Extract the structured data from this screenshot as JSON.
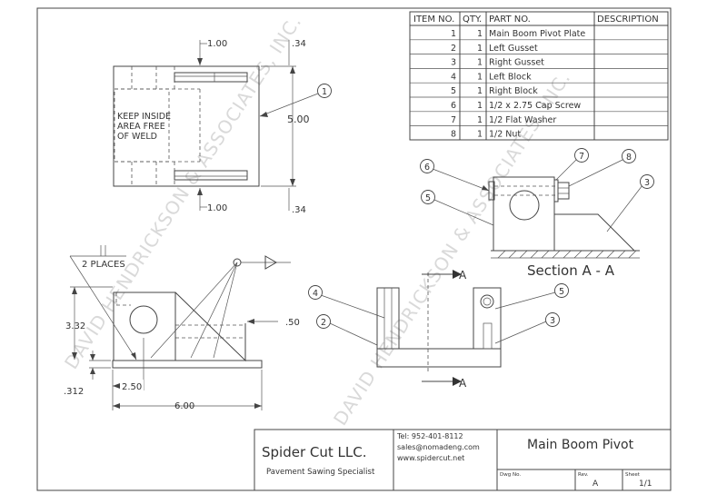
{
  "bom": {
    "headers": [
      "ITEM NO.",
      "QTY.",
      "PART NO.",
      "DESCRIPTION"
    ],
    "rows": [
      [
        "1",
        "1",
        "Main Boom  Pivot Plate",
        ""
      ],
      [
        "2",
        "1",
        "Left Gusset",
        ""
      ],
      [
        "3",
        "1",
        "Right Gusset",
        ""
      ],
      [
        "4",
        "1",
        "Left Block",
        ""
      ],
      [
        "5",
        "1",
        "Right Block",
        ""
      ],
      [
        "6",
        "1",
        "1/2 x 2.75 Cap Screw",
        ""
      ],
      [
        "7",
        "1",
        "1/2 Flat Washer",
        ""
      ],
      [
        "8",
        "1",
        "1/2 Nut",
        ""
      ]
    ]
  },
  "top_view": {
    "dim_top_left": "1.00",
    "dim_top_right": ".34",
    "dim_height": "5.00",
    "dim_bottom_left": "1.00",
    "dim_bottom_right": ".34",
    "note": [
      "KEEP INSIDE",
      "AREA FREE",
      "OF WELD"
    ],
    "balloon": "1"
  },
  "front_view": {
    "weld_note": "2 PLACES",
    "dim_height": "3.32",
    "dim_thickness": ".312",
    "dim_hole": "2.50",
    "dim_width": "6.00",
    "dim_gusset": ".50"
  },
  "side_view": {
    "section_label": "A",
    "balloons": [
      "4",
      "2",
      "5",
      "3"
    ]
  },
  "section_view": {
    "title": "Section A - A",
    "balloons": [
      "6",
      "5",
      "7",
      "8",
      "3"
    ]
  },
  "watermark": "DAVID HENDRICKSON & ASSOCIATES, INC.",
  "title_block": {
    "company": "Spider Cut LLC.",
    "tagline": "Pavement Sawing Specialist",
    "contact": [
      "Tel: 952-401-8112",
      "sales@nomadeng.com",
      "www.spidercut.net"
    ],
    "drawing_title": "Main Boom  Pivot",
    "dwg_label": "Dwg No.",
    "rev_label": "Rev.",
    "rev_value": "A",
    "sheet_label": "Sheet",
    "sheet_value": "1/1"
  }
}
